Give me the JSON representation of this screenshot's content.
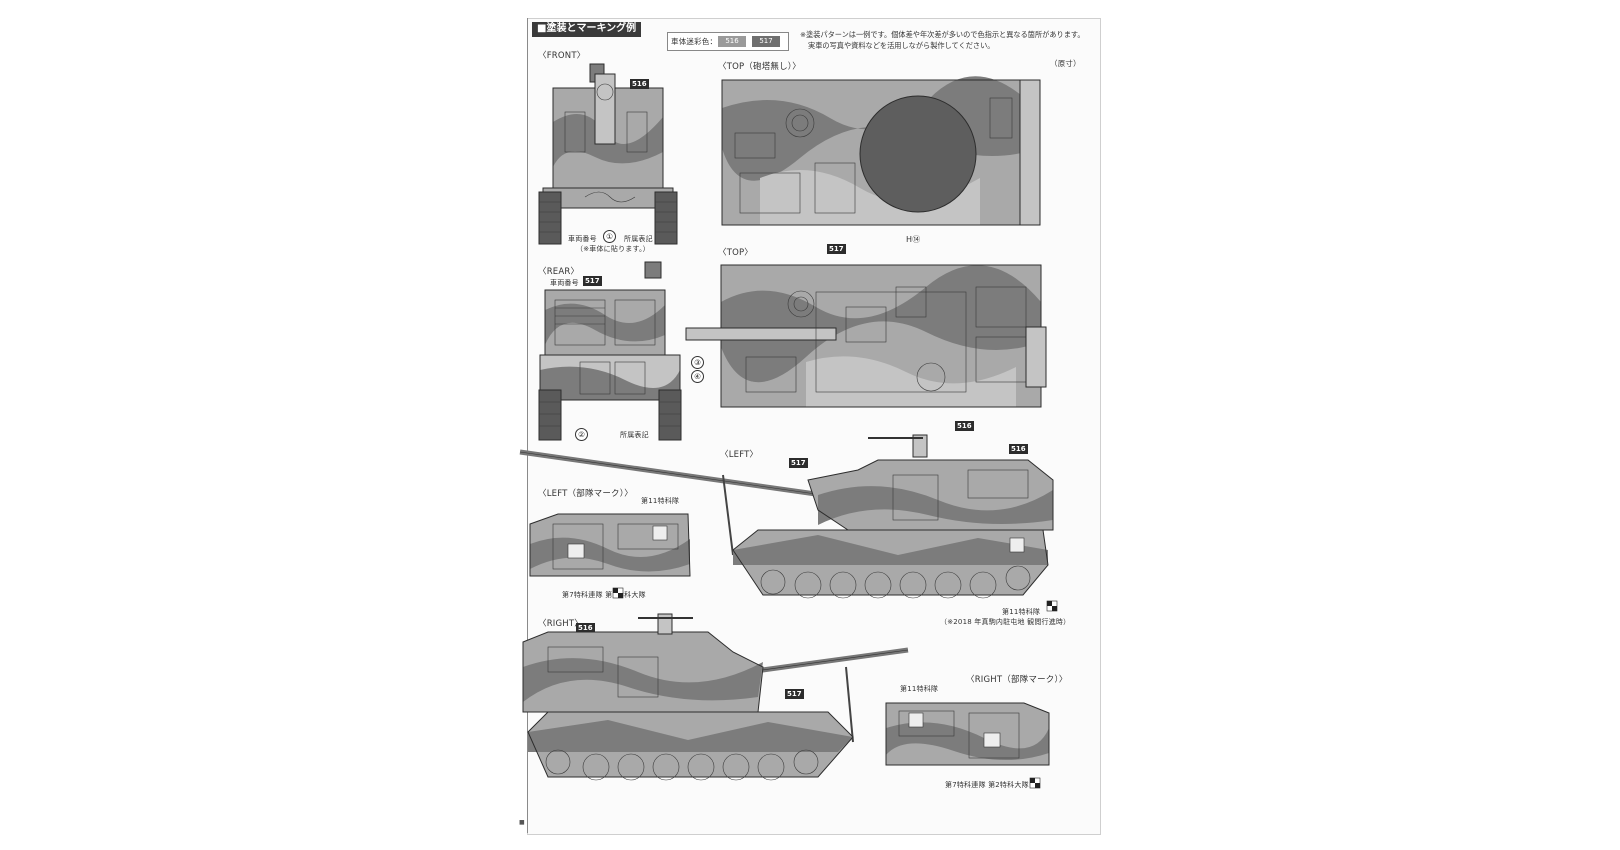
{
  "header": {
    "title": "■塗装とマーキング例",
    "color_label": "車体迷彩色：",
    "swatches": [
      {
        "code": "516",
        "color": "#9a9a9a"
      },
      {
        "code": "517",
        "color": "#6f6f6f"
      }
    ],
    "note_lines": [
      "※塗装パターンは一例です。個体差や年次差が多いので色指示と異なる箇所があります。",
      "実車の写真や資料などを活用しながら製作してください。"
    ],
    "scale_note": "（原寸）"
  },
  "views": {
    "front": {
      "label": "〈FRONT〉",
      "color_code": "516",
      "marker": "①",
      "left_caption": "車両番号",
      "right_caption": "所属表記",
      "footnote": "（※車体に貼ります。）"
    },
    "rear": {
      "label": "〈REAR〉",
      "top_caption": "車両番号",
      "color_code": "517",
      "markers": [
        "③",
        "④",
        "②"
      ],
      "bottom_caption": "所属表記"
    },
    "top_no_turret": {
      "label": "〈TOP（砲塔無し）〉",
      "marker": "H⑭"
    },
    "top": {
      "label": "〈TOP〉",
      "color_codes": [
        "517",
        "516"
      ]
    },
    "left": {
      "label": "〈LEFT〉",
      "color_codes": [
        "517",
        "516"
      ],
      "unit_caption": "第11特科隊",
      "footnote": "（※2018 年真駒内駐屯地 観閲行進時）"
    },
    "left_unit_mark": {
      "label": "〈LEFT（部隊マーク）〉",
      "top_caption": "第11特科隊",
      "bottom_caption": "第7特科連隊 第1特科大隊"
    },
    "right": {
      "label": "〈RIGHT〉",
      "color_codes": [
        "516",
        "517"
      ]
    },
    "right_unit_mark": {
      "label": "〈RIGHT（部隊マーク）〉",
      "top_caption": "第11特科隊",
      "bottom_caption": "第7特科連隊 第2特科大隊"
    }
  },
  "footer": {
    "page_mark": "■"
  }
}
